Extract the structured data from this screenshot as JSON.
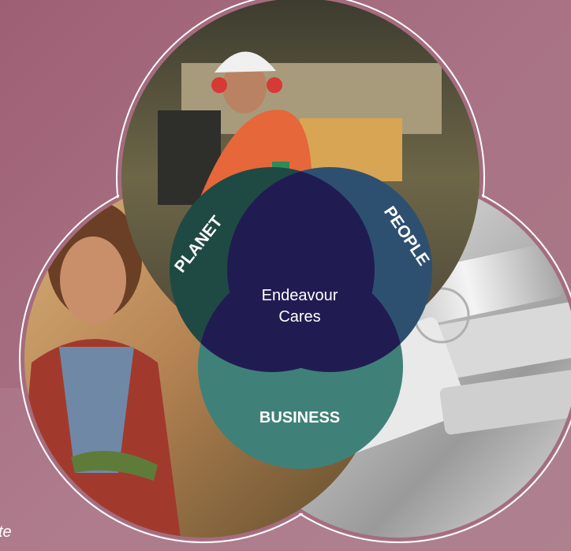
{
  "diagram": {
    "center_label_line1": "Endeavour",
    "center_label_line2": "Cares",
    "circles": [
      {
        "key": "planet",
        "label": "PLANET",
        "color": "#1f4a43"
      },
      {
        "key": "people",
        "label": "PEOPLE",
        "color": "#2e5070"
      },
      {
        "key": "business",
        "label": "BUSINESS",
        "color": "#3f8178"
      }
    ],
    "center_color": "#201c52",
    "photos": [
      {
        "key": "miner",
        "icon": "miner-photo"
      },
      {
        "key": "farmer",
        "icon": "farmer-photo"
      },
      {
        "key": "silver",
        "icon": "silver-bars-photo"
      }
    ]
  },
  "side_text": "te",
  "colors": {
    "background": "#a56c7f",
    "outline": "#ffffff"
  }
}
